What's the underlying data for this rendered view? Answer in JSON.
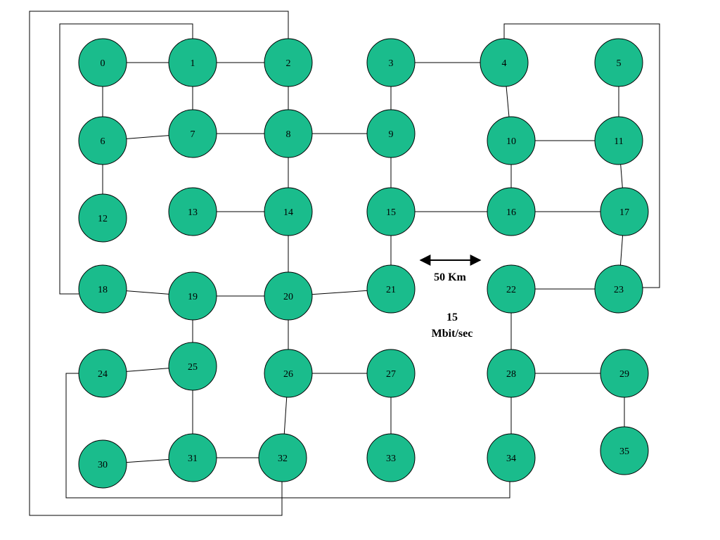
{
  "colors": {
    "node_fill": "#1abc8c",
    "stroke": "#000000",
    "background": "#ffffff"
  },
  "nodes": [
    "0",
    "1",
    "2",
    "3",
    "4",
    "5",
    "6",
    "7",
    "8",
    "9",
    "10",
    "11",
    "12",
    "13",
    "14",
    "15",
    "16",
    "17",
    "18",
    "19",
    "20",
    "21",
    "22",
    "23",
    "24",
    "25",
    "26",
    "27",
    "28",
    "29",
    "30",
    "31",
    "32",
    "33",
    "34",
    "35"
  ],
  "links": [
    [
      0,
      1
    ],
    [
      1,
      2
    ],
    [
      3,
      4
    ],
    [
      0,
      6
    ],
    [
      1,
      7
    ],
    [
      2,
      8
    ],
    [
      3,
      9
    ],
    [
      4,
      10
    ],
    [
      5,
      11
    ],
    [
      6,
      7
    ],
    [
      7,
      8
    ],
    [
      8,
      9
    ],
    [
      10,
      11
    ],
    [
      6,
      12
    ],
    [
      8,
      14
    ],
    [
      9,
      15
    ],
    [
      10,
      16
    ],
    [
      11,
      17
    ],
    [
      13,
      14
    ],
    [
      15,
      16
    ],
    [
      16,
      17
    ],
    [
      14,
      20
    ],
    [
      15,
      21
    ],
    [
      17,
      23
    ],
    [
      18,
      19
    ],
    [
      19,
      20
    ],
    [
      20,
      21
    ],
    [
      22,
      23
    ],
    [
      19,
      25
    ],
    [
      20,
      26
    ],
    [
      22,
      28
    ],
    [
      24,
      25
    ],
    [
      26,
      27
    ],
    [
      28,
      29
    ],
    [
      25,
      31
    ],
    [
      26,
      32
    ],
    [
      27,
      33
    ],
    [
      28,
      34
    ],
    [
      29,
      35
    ],
    [
      30,
      31
    ],
    [
      31,
      32
    ],
    [
      1,
      18
    ],
    [
      2,
      32
    ],
    [
      4,
      23
    ],
    [
      24,
      34
    ]
  ],
  "scale": {
    "distance_label": "50 Km",
    "bandwidth_line1": "15",
    "bandwidth_line2": "Mbit/sec"
  }
}
